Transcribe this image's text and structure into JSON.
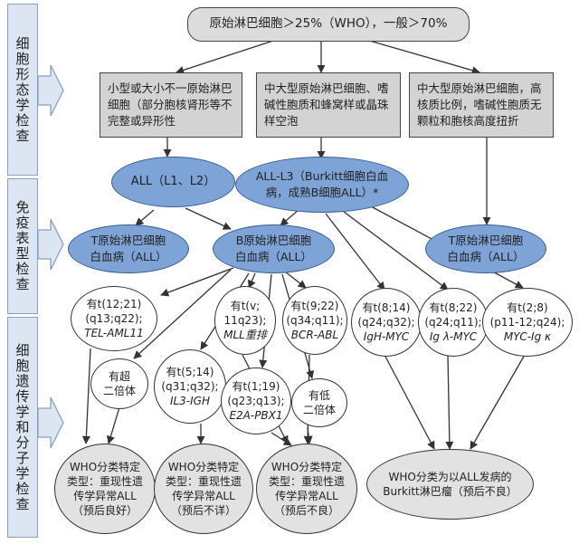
{
  "sidebar": {
    "morphology": "细胞形态学检查",
    "immuno": "免疫表型检查",
    "genetics": "细胞遗传学和分子学检查"
  },
  "top": "原始淋巴细胞＞25%（WHO），一般＞70%",
  "morph": {
    "small": "小型或大小不一原始淋巴细胞（部分胞核肾形等不完整或异形性",
    "medium": "中大型原始淋巴细胞、嗜碱性胞质和蜂窝样或晶珠样空泡",
    "large": "中大型原始淋巴细胞，高核质比例，嗜碱性胞质无颗粒和胞核高度扭折"
  },
  "fab": {
    "l1l2": "ALL（L1、L2）",
    "l3": "ALL-L3（Burkitt细胞白血病，成熟B细胞ALL）*"
  },
  "immuno": {
    "t_all_left": "T原始淋巴细胞白血病（ALL）",
    "b_all": "B原始淋巴细胞白血病（ALL）",
    "t_all_right": "T原始淋巴细胞白血病（ALL）"
  },
  "genetics": {
    "t12_21": {
      "l1": "有t(12;21)",
      "l2": "(q13;q22);",
      "l3": "TEL-AML11"
    },
    "t_v_11": {
      "l1": "有t(v;",
      "l2": "11q23);",
      "l3": "MLL重排"
    },
    "t9_22": {
      "l1": "有t(9;22)",
      "l2": "(q34;q11);",
      "l3": "BCR-ABL"
    },
    "t8_14": {
      "l1": "有t(8;14)",
      "l2": "(q24;q32);",
      "l3": "IgH-MYC"
    },
    "t8_22": {
      "l1": "有t(8;22)",
      "l2": "(q24;q11);",
      "l3": "Ig λ-MYC"
    },
    "t2_8": {
      "l1": "有t(2;8)",
      "l2": "(p11-12;q24);",
      "l3": "MYC-Ig κ"
    },
    "hyperdiploid": {
      "l1": "有超",
      "l2": "二倍体"
    },
    "t5_14": {
      "l1": "有t(5;14)",
      "l2": "(q31;q32);",
      "l3": "IL3-IGH"
    },
    "t1_19": {
      "l1": "有t(1;19)",
      "l2": "(q23;q13);",
      "l3": "E2A-PBX1"
    },
    "hypodiploid": {
      "l1": "有低",
      "l2": "二倍体"
    }
  },
  "outcomes": {
    "good": {
      "l1": "WHO分类特定",
      "l2": "类型：重现性遗",
      "l3": "传学异常ALL",
      "l4": "（预后良好）"
    },
    "unknown": {
      "l1": "WHO分类特定",
      "l2": "类型：重现性遗",
      "l3": "传学异常ALL",
      "l4": "（预后不详）"
    },
    "poor": {
      "l1": "WHO分类特定",
      "l2": "类型：重现性遗",
      "l3": "传学异常ALL",
      "l4": "（预后不良）"
    },
    "burkitt": {
      "l1": "WHO分类为以ALL发病的",
      "l2": "Burkitt淋巴瘤（预后不良）"
    }
  },
  "colors": {
    "sidebar_fill": "#dbe6f2",
    "blue_node": "#7ea3d6",
    "gray_box": "#d3d3d3",
    "outcome_gray": "#e2e2e2",
    "line": "#333333"
  }
}
